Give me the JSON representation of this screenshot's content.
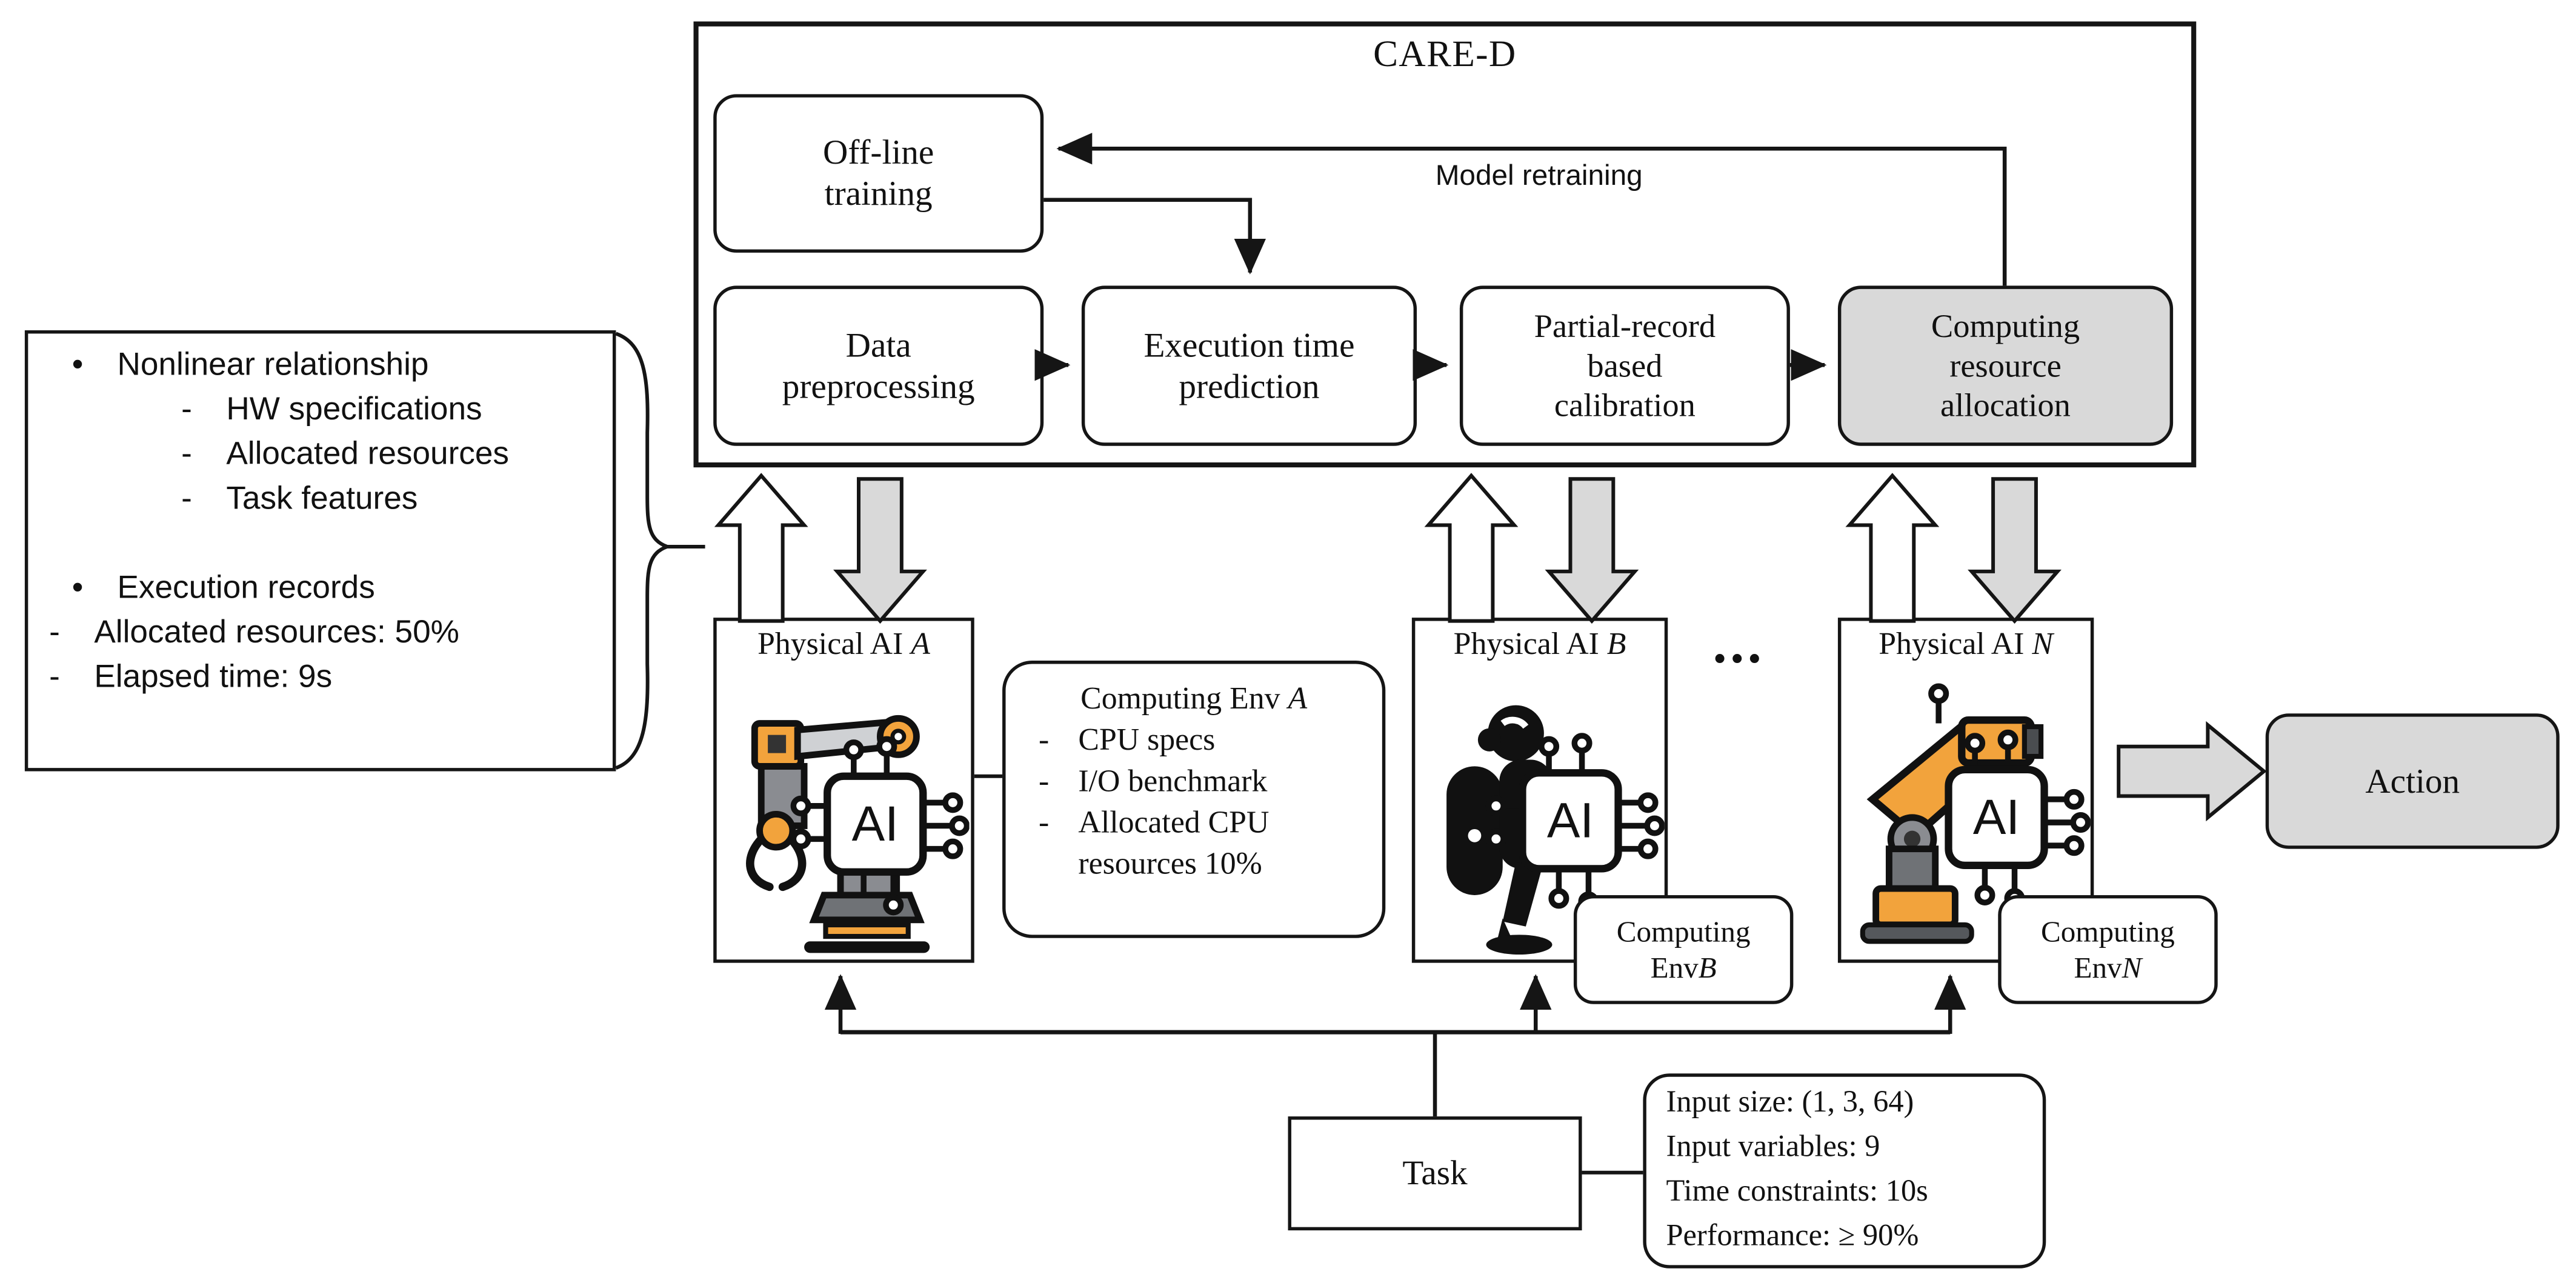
{
  "figure": {
    "cared": {
      "title": "CARE-D",
      "offline": {
        "line1": "Off-line",
        "line2": "training"
      },
      "preprocessing": {
        "line1": "Data",
        "line2": "preprocessing"
      },
      "execution": {
        "line1": "Execution time",
        "line2": "prediction"
      },
      "calibration": {
        "line1": "Partial-record",
        "line2": "based",
        "line3": "calibration"
      },
      "allocation": {
        "line1": "Computing",
        "line2": "resource",
        "line3": "allocation"
      },
      "model_retraining": "Model retraining"
    },
    "callout": {
      "bullet": "•",
      "dash": "-",
      "item1": "Nonlinear relationship",
      "sub1": "HW specifications",
      "sub2": "Allocated resources",
      "sub3": "Task features",
      "item2": "Execution records",
      "rec1": "Allocated resources: 50%",
      "rec2": "Elapsed time: 9s"
    },
    "agents": {
      "chip": "AI",
      "ellipsis": "...",
      "a": {
        "prefix": "Physical AI ",
        "id": "A"
      },
      "b": {
        "prefix": "Physical AI ",
        "id": "B"
      },
      "n": {
        "prefix": "Physical AI ",
        "id": "N"
      }
    },
    "env_a": {
      "title_prefix": "Computing Env ",
      "id": "A",
      "dash": "-",
      "item1": "CPU specs",
      "item2": "I/O benchmark",
      "item3": "Allocated CPU",
      "item3_cont": "resources 10%"
    },
    "env_b": {
      "line1": "Computing",
      "prefix": "Env",
      "id": "B"
    },
    "env_n": {
      "line1": "Computing",
      "prefix": "Env",
      "id": "N"
    },
    "action": "Action",
    "task": "Task",
    "task_specs": {
      "line1": "Input size: (1, 3, 64)",
      "line2": "Input variables: 9",
      "line3": "Time constraints: 10s",
      "line4": "Performance: ≥ 90%"
    },
    "colors": {
      "highlight_fill": "#d9d9d9",
      "box_fill": "#ffffff",
      "line": "#151515",
      "robot_orange": "#f2a33c",
      "robot_gray": "#8a8c91"
    }
  }
}
